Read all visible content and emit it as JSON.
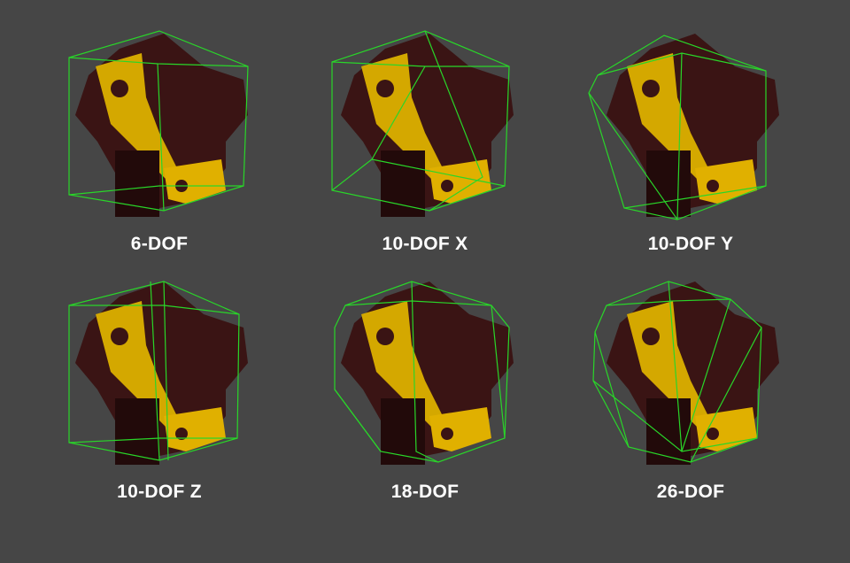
{
  "colors": {
    "background": "#464646",
    "hull_line": "#29d629",
    "object_dark": "#3a1414",
    "object_yellow": "#d4a800",
    "label_text": "#ffffff"
  },
  "panels": [
    {
      "label": "6-DOF"
    },
    {
      "label": "10-DOF X"
    },
    {
      "label": "10-DOF Y"
    },
    {
      "label": "10-DOF Z"
    },
    {
      "label": "18-DOF"
    },
    {
      "label": "26-DOF"
    }
  ]
}
